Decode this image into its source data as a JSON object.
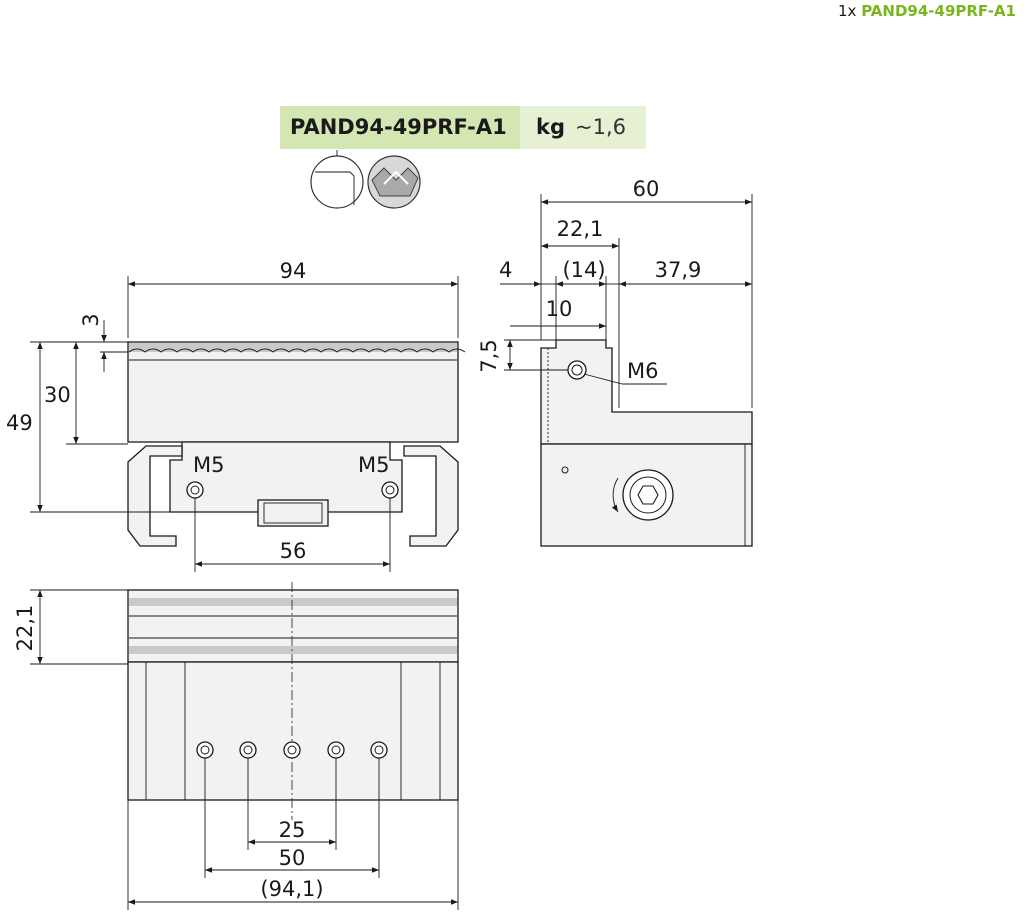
{
  "header": {
    "qty_prefix": "1x",
    "part_number": "PAND94-49PRF-A1"
  },
  "tag": {
    "part_number": "PAND94-49PRF-A1",
    "weight_unit": "kg",
    "weight_value": "~1,6"
  },
  "colors": {
    "accent_green": "#7ab51d",
    "tag_bg": "#d4e7b2",
    "tag_bg_light": "#e6f0d3"
  },
  "icons": [
    "smooth-jaw-surface-icon",
    "serrated-jaw-surface-icon"
  ],
  "front_view": {
    "width": "94",
    "height_total": "49",
    "height_upper": "30",
    "tooth_depth": "3",
    "hole_spacing": "56",
    "thread_left": "M5",
    "thread_right": "M5"
  },
  "side_view": {
    "width_total": "60",
    "width_step": "22,1",
    "offset": "4",
    "slot_width": "(14)",
    "width_rear": "37,9",
    "tooth_offset": "10",
    "hole_height": "7,5",
    "thread": "M6"
  },
  "top_view": {
    "depth": "22,1",
    "hole_pitch": "25",
    "hole_span": "50",
    "overall_length": "(94,1)"
  }
}
